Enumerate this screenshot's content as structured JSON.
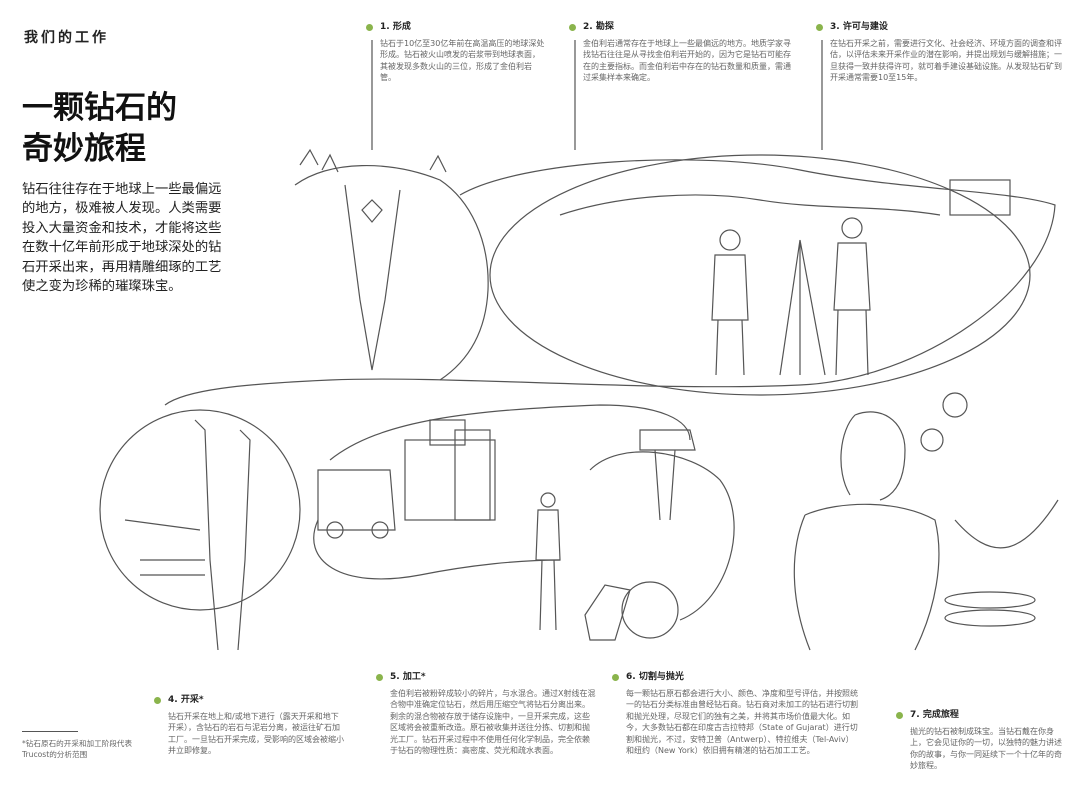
{
  "header": {
    "kicker": "我们的工作",
    "title_line1": "一颗钻石的",
    "title_line2": "奇妙旅程",
    "intro": "钻石往往存在于地球上一些最偏远的地方，极难被人发现。人类需要投入大量资金和技术，才能将这些在数十亿年前形成于地球深处的钻石开采出来，再用精雕细琢的工艺使之变为珍稀的璀璨珠宝。"
  },
  "steps": [
    {
      "label": "1. 形成",
      "body": "钻石于10亿至30亿年前在高温高压的地球深处形成。钻石被火山喷发的岩浆带到地球表面，其被发现多数火山的三位，形成了金伯利岩管。"
    },
    {
      "label": "2. 勘探",
      "body": "金伯利岩通常存在于地球上一些最偏远的地方。地质学家寻找钻石往往是从寻找金伯利岩开始的，因为它是钻石可能存在的主要指标。而金伯利岩中存在的钻石数量和质量，需通过采集样本来确定。"
    },
    {
      "label": "3. 许可与建设",
      "body": "在钻石开采之前，需要进行文化、社会经济、环境方面的调查和评估，以评估未来开采作业的潜在影响，并提出规划与缓解措施；一旦获得一致并获得许可，就可着手建设基础设施。从发现钻石矿到开采通常需要10至15年。"
    },
    {
      "label": "4. 开采*",
      "body": "钻石开采在地上和/或地下进行（露天开采和地下开采），含钻石的岩石与泥岩分离，被运往矿石加工厂。一旦钻石开采完成，受影响的区域会被缩小并立即修复。"
    },
    {
      "label": "5. 加工*",
      "body": "金伯利岩被粉碎成较小的碎片，与水混合。通过X射线在混合物中准确定位钻石，然后用压缩空气将钻石分离出来。剩余的混合物被存放于储存设施中，一旦开采完成，这些区域将会被重新改造。原石被收集并送往分拣、切割和抛光工厂。钻石开采过程中不使用任何化学制品，完全依赖于钻石的物理性质：高密度、荧光和疏水表面。"
    },
    {
      "label": "6. 切割与抛光",
      "body": "每一颗钻石原石都会进行大小、颜色、净度和型号评估，并按照统一的钻石分类标准由曾经钻石商。钻石商对未加工的钻石进行切割和抛光处理，尽现它们的独有之美，并将其市场价值最大化。如今，大多数钻石都在印度古吉拉特邦（State of Gujarat）进行切割和抛光，不过，安特卫普（Antwerp）、特拉维夫（Tel-Aviv）和纽约（New York）依旧拥有精湛的钻石加工工艺。"
    },
    {
      "label": "7. 完成旅程",
      "body": "抛光的钻石被制成珠宝。当钻石戴在你身上，它会见证你的一切，以独特的魅力讲述你的故事，与你一同延续下一个十亿年的奇妙旅程。"
    }
  ],
  "footnote": "*钻石原石的开采和加工阶段代表Trucost的分析范围",
  "colors": {
    "accent": "#8ab44c",
    "ink": "#222222",
    "sketch": "#555555"
  }
}
